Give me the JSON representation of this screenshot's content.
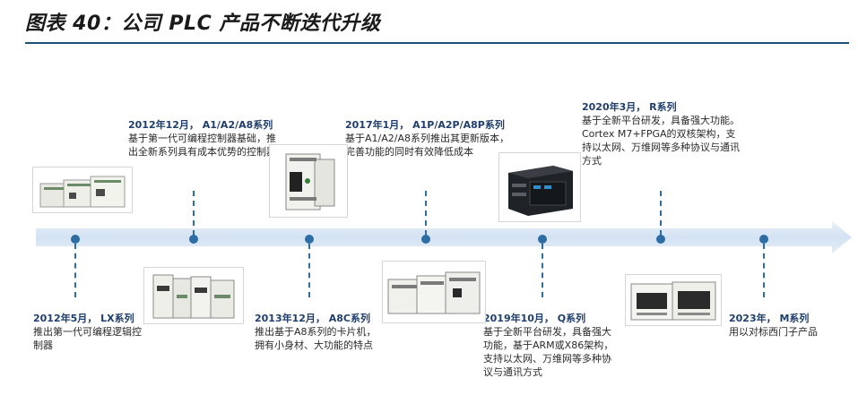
{
  "title": "图表 40：公司 PLC 产品不断迭代升级",
  "events": [
    {
      "heading": "2012年5月， LX系列",
      "body": "推出第一代可编程逻辑控制器"
    },
    {
      "heading": "2012年12月， A1/A2/A8系列",
      "body": "基于第一代可编程控制器基础，推出全新系列具有成本优势的控制器"
    },
    {
      "heading": "2013年12月， A8C系列",
      "body": "推出基于A8系列的卡片机，拥有小身材、大功能的特点"
    },
    {
      "heading": "2017年1月， A1P/A2P/A8P系列",
      "body": "基于A1/A2/A8系列推出其更新版本，完善功能的同时有效降低成本"
    },
    {
      "heading": "2019年10月， Q系列",
      "body": "基于全新平台研发，具备强大功能，基于ARM或X86架构，支持以太网、万维网等多种协议与通讯方式"
    },
    {
      "heading": "2020年3月， R系列",
      "body": "基于全新平台研发，具备强大功能。Cortex M7+FPGA的双核架构，支持以太网、万维网等多种协议与通讯方式"
    },
    {
      "heading": "2023年， M系列",
      "body": "用以对标西门子产品"
    }
  ],
  "colors": {
    "accent": "#2e6da4",
    "arrow": "#dbe7f5",
    "heading": "#1f3e6b"
  },
  "images": [
    "lx-series-plc-photo",
    "a1-a2-a8-series-plc-photo",
    "a8c-series-plc-photo",
    "a1p-a2p-a8p-series-plc-photo",
    "q-series-plc-photo",
    "r-series-plc-photo",
    "m-series-plc-photo"
  ]
}
